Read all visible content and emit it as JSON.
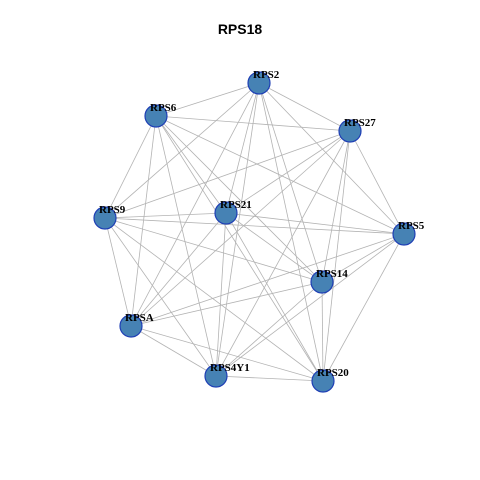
{
  "title": "RPS18",
  "colors": {
    "node_fill": "#4682b4",
    "node_stroke": "#1f3fb5",
    "edge": "#b3b3b3",
    "label": "#000000"
  },
  "graph": {
    "nodes": [
      "RPS2",
      "RPS6",
      "RPS27",
      "RPS9",
      "RPS21",
      "RPS5",
      "RPS14",
      "RPSA",
      "RPS4Y1",
      "RPS20"
    ],
    "edges": [
      [
        "RPS2",
        "RPS6"
      ],
      [
        "RPS2",
        "RPS27"
      ],
      [
        "RPS2",
        "RPS9"
      ],
      [
        "RPS2",
        "RPS21"
      ],
      [
        "RPS2",
        "RPS5"
      ],
      [
        "RPS2",
        "RPS14"
      ],
      [
        "RPS2",
        "RPSA"
      ],
      [
        "RPS2",
        "RPS4Y1"
      ],
      [
        "RPS2",
        "RPS20"
      ],
      [
        "RPS6",
        "RPS27"
      ],
      [
        "RPS6",
        "RPS9"
      ],
      [
        "RPS6",
        "RPS21"
      ],
      [
        "RPS6",
        "RPS5"
      ],
      [
        "RPS6",
        "RPS14"
      ],
      [
        "RPS6",
        "RPSA"
      ],
      [
        "RPS6",
        "RPS4Y1"
      ],
      [
        "RPS6",
        "RPS20"
      ],
      [
        "RPS27",
        "RPS9"
      ],
      [
        "RPS27",
        "RPS21"
      ],
      [
        "RPS27",
        "RPS5"
      ],
      [
        "RPS27",
        "RPS14"
      ],
      [
        "RPS27",
        "RPSA"
      ],
      [
        "RPS27",
        "RPS4Y1"
      ],
      [
        "RPS27",
        "RPS20"
      ],
      [
        "RPS9",
        "RPS21"
      ],
      [
        "RPS9",
        "RPS5"
      ],
      [
        "RPS9",
        "RPS14"
      ],
      [
        "RPS9",
        "RPSA"
      ],
      [
        "RPS9",
        "RPS4Y1"
      ],
      [
        "RPS9",
        "RPS20"
      ],
      [
        "RPS21",
        "RPS5"
      ],
      [
        "RPS21",
        "RPS14"
      ],
      [
        "RPS21",
        "RPSA"
      ],
      [
        "RPS21",
        "RPS4Y1"
      ],
      [
        "RPS21",
        "RPS20"
      ],
      [
        "RPS5",
        "RPS14"
      ],
      [
        "RPS5",
        "RPSA"
      ],
      [
        "RPS5",
        "RPS4Y1"
      ],
      [
        "RPS5",
        "RPS20"
      ],
      [
        "RPS14",
        "RPSA"
      ],
      [
        "RPS14",
        "RPS4Y1"
      ],
      [
        "RPS14",
        "RPS20"
      ],
      [
        "RPSA",
        "RPS4Y1"
      ],
      [
        "RPSA",
        "RPS20"
      ],
      [
        "RPS4Y1",
        "RPS20"
      ]
    ]
  }
}
